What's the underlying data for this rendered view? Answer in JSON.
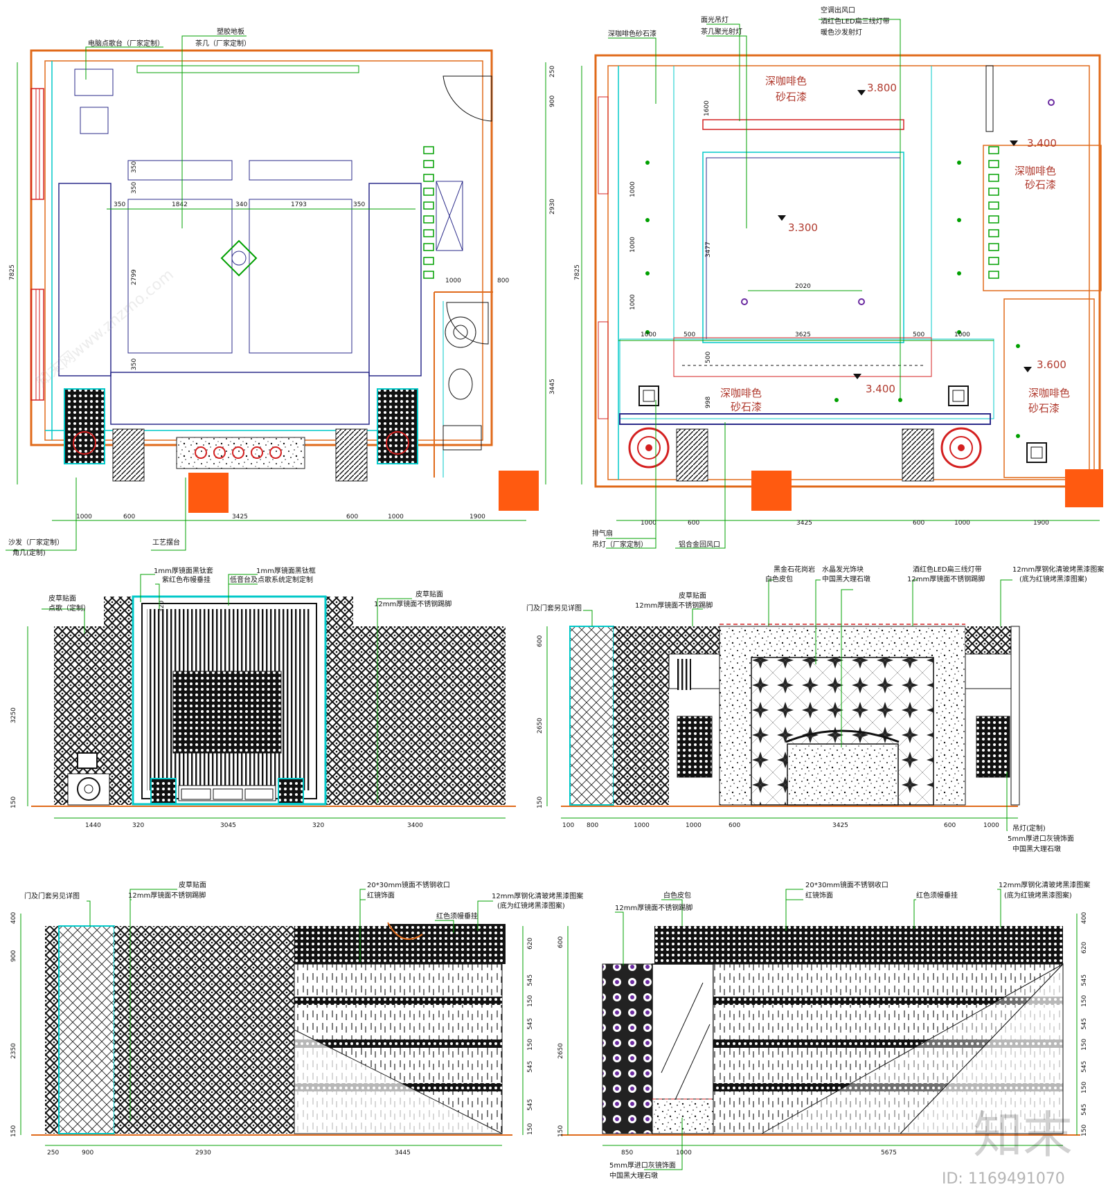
{
  "plan": {
    "labels": {
      "karaoke_desk": "电脑点歌台（厂家定制）",
      "plastic_floor": "塑胶地板",
      "tea_table": "茶几（厂家定制）",
      "sofa": "沙发（厂家定制）",
      "corner_table": "角几(定制)",
      "craft_stand": "工艺摆台"
    },
    "dims_bottom": [
      "1000",
      "600",
      "3425",
      "600",
      "1000",
      "1900"
    ],
    "dims_table": [
      "350",
      "1842",
      "340",
      "1793",
      "350"
    ],
    "dims_right": [
      "250",
      "900",
      "2930",
      "3445"
    ],
    "dims_misc": [
      "350",
      "350",
      "2799",
      "350",
      "1000",
      "800"
    ],
    "dim_total": "7825"
  },
  "ceiling": {
    "labels": {
      "paint_top": "深咖啡色砂石漆",
      "downlight": "面光吊灯",
      "spotlight": "茶几聚光射灯",
      "ac_outlet": "空调出风口",
      "led_strip": "酒红色LED扁三线灯带",
      "warm_light": "暖色沙发射灯",
      "exhaust": "排气扇",
      "chandelier": "吊灯（厂家定制）",
      "return_vent": "铝合金回风口"
    },
    "materials": [
      "深咖啡色",
      "砂石漆"
    ],
    "levels": [
      "3.800",
      "3.400",
      "3.300",
      "3.400",
      "3.600"
    ],
    "dims_bottom": [
      "1000",
      "600",
      "3425",
      "600",
      "1000",
      "1900"
    ],
    "dims_inner": [
      "1000",
      "500",
      "3625",
      "500",
      "1000"
    ],
    "dims_left": [
      "1000",
      "1000",
      "1000"
    ],
    "dims_misc": [
      "1600",
      "3477",
      "2020",
      "500",
      "998"
    ],
    "dim_total": "7825"
  },
  "elev_a": {
    "labels": {
      "mirror_frame_1": "1mm厚镜面黑钛套",
      "curtain": "紫红色布幔垂挂",
      "mirror_frame_2": "1mm厚镜面黑钛框",
      "av_cabinet": "低音台及点歌系统定制定制",
      "leather_left": "皮草贴面",
      "song_point": "点歌（定制）",
      "leather_right": "皮草贴面",
      "skirting": "12mm厚镜面不锈钢踢脚"
    },
    "dims_bottom": [
      "1440",
      "320",
      "3045",
      "320",
      "3400"
    ],
    "dims_left": [
      "3250",
      "150"
    ],
    "dim_top": "320"
  },
  "elev_b": {
    "labels": {
      "door_note": "门及门套另见详图",
      "leather": "皮草贴面",
      "skirting": "12mm厚镜面不锈钢踢脚",
      "granite": "黑金石花岗岩",
      "white_leather": "白色皮包",
      "crystal": "水晶发光饰块",
      "marble_pier": "中国黑大理石墩",
      "led_strip": "酒红色LED扁三线灯带",
      "skirting_2": "12mm厚镜面不锈钢踢脚",
      "glass_pattern": "12mm厚钢化清玻烤黑漆图案",
      "glass_pattern_sub": "(底为红镜烤黑漆图案)",
      "pendant": "吊灯(定制)",
      "grey_mirror": "5mm厚进口灰镜饰面",
      "marble_pier_2": "中国黑大理石墩"
    },
    "dims_bottom": [
      "100",
      "800",
      "1000",
      "1000",
      "600",
      "3425",
      "600",
      "1000"
    ],
    "dims_left": [
      "600",
      "2650",
      "150"
    ]
  },
  "elev_c": {
    "labels": {
      "door_note": "门及门套另见详图",
      "leather": "皮草贴面",
      "skirting": "12mm厚镜面不锈钢踢脚",
      "steel_trim": "20*30mm镜面不锈钢收口",
      "red_mirror": "红镜饰面",
      "glass_pattern": "12mm厚钢化清玻烤黑漆图案",
      "glass_pattern_sub": "(底为红镜烤黑漆图案)",
      "curtain": "红色须幔垂挂"
    },
    "dims_bottom": [
      "250",
      "900",
      "2930",
      "3445"
    ],
    "dims_left": [
      "400",
      "900",
      "2350",
      "150"
    ],
    "dims_right": [
      "620",
      "545",
      "150",
      "545",
      "150",
      "545",
      "545",
      "150"
    ]
  },
  "elev_d": {
    "labels": {
      "white_leather": "白色皮包",
      "skirting": "12mm厚镜面不锈钢踢脚",
      "steel_trim": "20*30mm镜面不锈钢收口",
      "red_mirror": "红镜饰面",
      "curtain": "红色须幔垂挂",
      "glass_pattern": "12mm厚钢化清玻烤黑漆图案",
      "glass_pattern_sub": "(底为红镜烤黑漆图案)",
      "grey_mirror": "5mm厚进口灰镜饰面",
      "marble_pier": "中国黑大理石墩"
    },
    "dims_bottom": [
      "850",
      "1000",
      "5675"
    ],
    "dims_left": [
      "600",
      "2650",
      "150"
    ],
    "dims_right": [
      "400",
      "620",
      "545",
      "150",
      "545",
      "150",
      "545",
      "150",
      "545",
      "150"
    ]
  },
  "watermark": {
    "logo_text": "知末",
    "site_text": "知末网www.znzmo.com",
    "id_text": "ID: 1169491070"
  },
  "colors": {
    "wall": "#e06a1a",
    "cyan": "#00c8c8",
    "navy": "#2a2a8a",
    "green": "#00a000",
    "red": "#d42020",
    "accent_block": "#ff5a10",
    "text_red": "#b03a2e"
  }
}
